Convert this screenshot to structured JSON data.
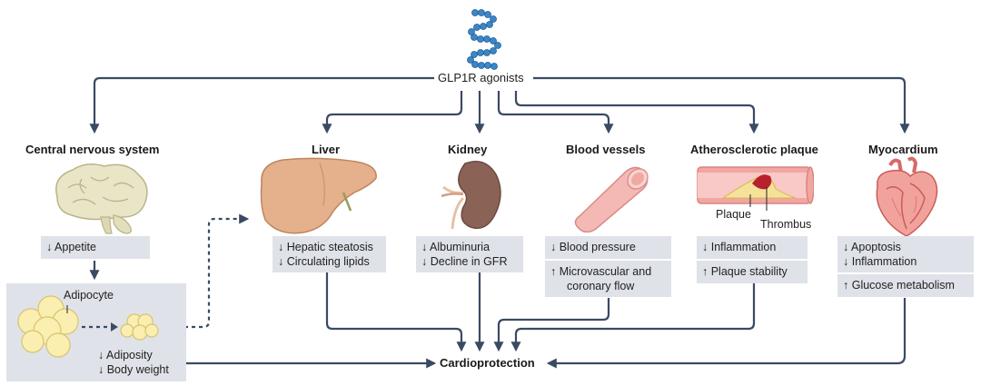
{
  "top": {
    "label": "GLP1R agonists"
  },
  "cns": {
    "title": "Central nervous system",
    "effect": "↓ Appetite"
  },
  "adipose": {
    "cell_label": "Adipocyte",
    "effects": [
      "↓ Adiposity",
      "↓ Body weight"
    ]
  },
  "liver": {
    "title": "Liver",
    "effects": [
      "↓ Hepatic steatosis",
      "↓ Circulating lipids"
    ]
  },
  "kidney": {
    "title": "Kidney",
    "effects": [
      "↓ Albuminuria",
      "↓ Decline in GFR"
    ]
  },
  "vessels": {
    "title": "Blood vessels",
    "effect1": "↓ Blood pressure",
    "effect2": [
      "↑ Microvascular and",
      "coronary flow"
    ]
  },
  "plaque": {
    "title": "Atherosclerotic plaque",
    "labels": {
      "plaque": "Plaque",
      "thrombus": "Thrombus"
    },
    "effect1": "↓ Inflammation",
    "effect2": "↑ Plaque stability"
  },
  "myocardium": {
    "title": "Myocardium",
    "effects": [
      "↓ Apoptosis",
      "↓ Inflammation"
    ],
    "effect2": "↑ Glucose metabolism"
  },
  "bottom": {
    "label": "Cardioprotection"
  },
  "colors": {
    "arrow": "#3a4a63",
    "box": "#dfe2e8",
    "peptide": "#3d86c6"
  }
}
